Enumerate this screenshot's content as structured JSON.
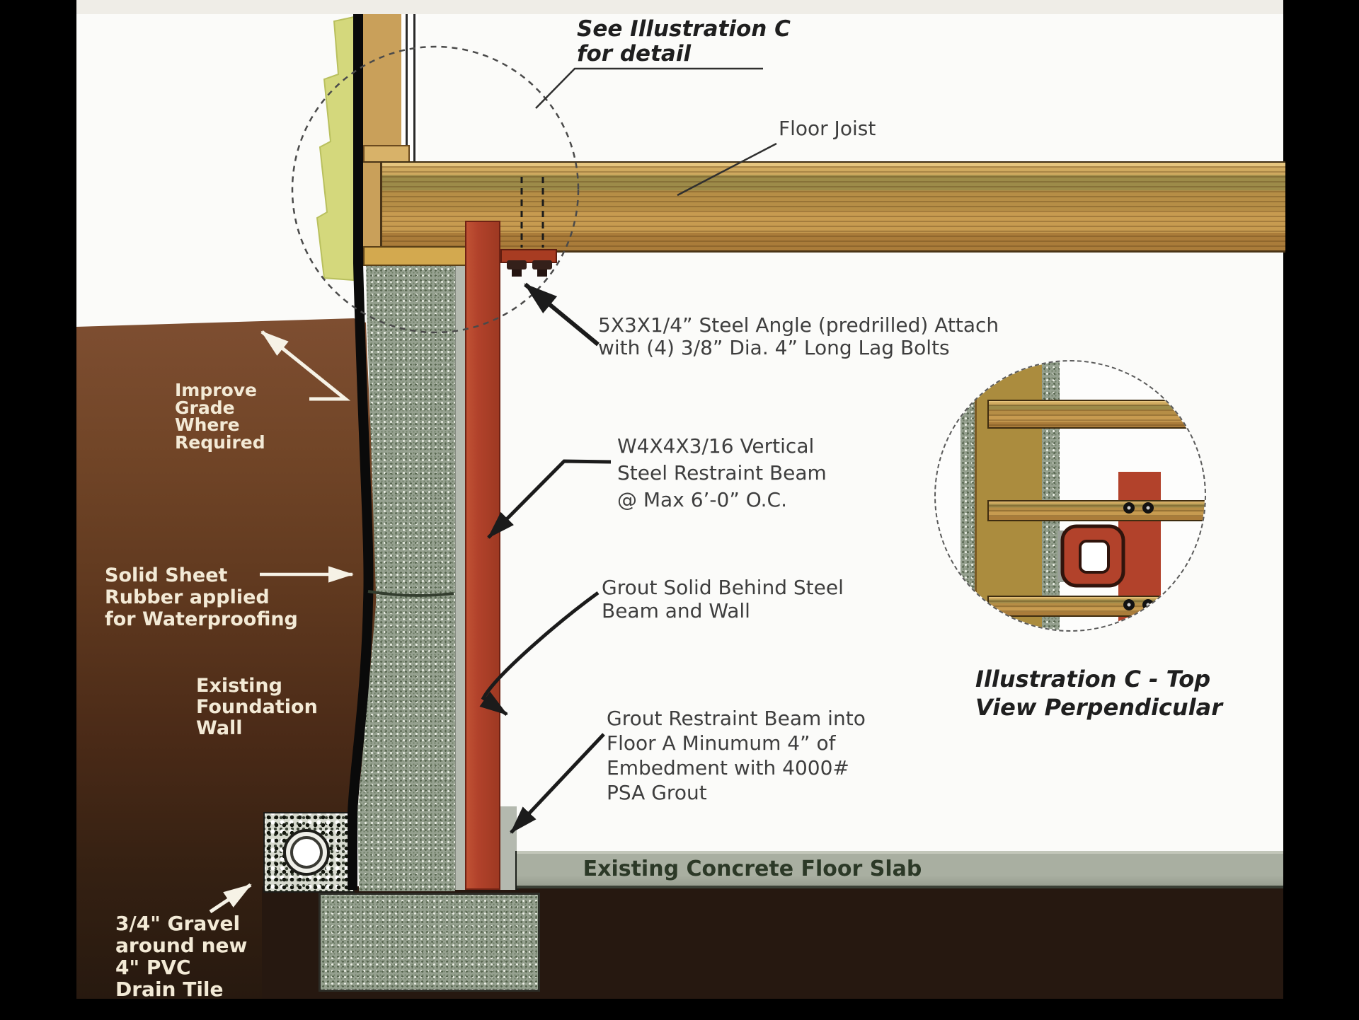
{
  "figure": {
    "type": "foundation-wall-repair-detail",
    "note": {
      "line1": "See Illustration C",
      "line2": "for detail"
    },
    "labels": {
      "floor_joist": "Floor Joist",
      "steel_angle": [
        "5X3X1/4” Steel Angle (predrilled) Attach",
        "with (4) 3/8” Dia. 4” Long Lag Bolts"
      ],
      "improve_grade": [
        "Improve",
        "Grade",
        "Where",
        "Required"
      ],
      "restraint_beam": [
        "W4X4X3/16 Vertical",
        "Steel Restraint Beam",
        "@ Max 6’-0” O.C."
      ],
      "solid_sheet_rubber": [
        "Solid Sheet",
        "Rubber applied",
        "for Waterproofing"
      ],
      "existing_foundation_wall": [
        "Existing",
        "Foundation",
        "Wall"
      ],
      "grout_solid": [
        "Grout Solid Behind Steel",
        "Beam and Wall"
      ],
      "grout_restraint": [
        "Grout Restraint Beam into",
        "Floor A Minumum 4” of",
        "Embedment with 4000#",
        "PSA Grout"
      ],
      "concrete_slab": "Existing Concrete Floor Slab",
      "gravel_drain": [
        "3/4\" Gravel",
        "around new",
        "4\" PVC",
        "Drain Tile"
      ]
    },
    "inset": {
      "caption": [
        "Illustration C - Top",
        "View Perpendicular"
      ]
    },
    "colors": {
      "steel_beam": "#b2422b",
      "wall_speckle_base": "#96a190",
      "soil_top": "#7e4e31",
      "soil_bottom": "#281a10",
      "slab": "#a6ac9e",
      "siding": "#d4d87c",
      "wood": "#c89a55",
      "rubber_sheet": "#0a0a0a",
      "label_gray": "#3e3e3e",
      "label_white": "#f3ead6",
      "page_border": "#000000",
      "right_edge_strip": "#5e170f"
    }
  }
}
